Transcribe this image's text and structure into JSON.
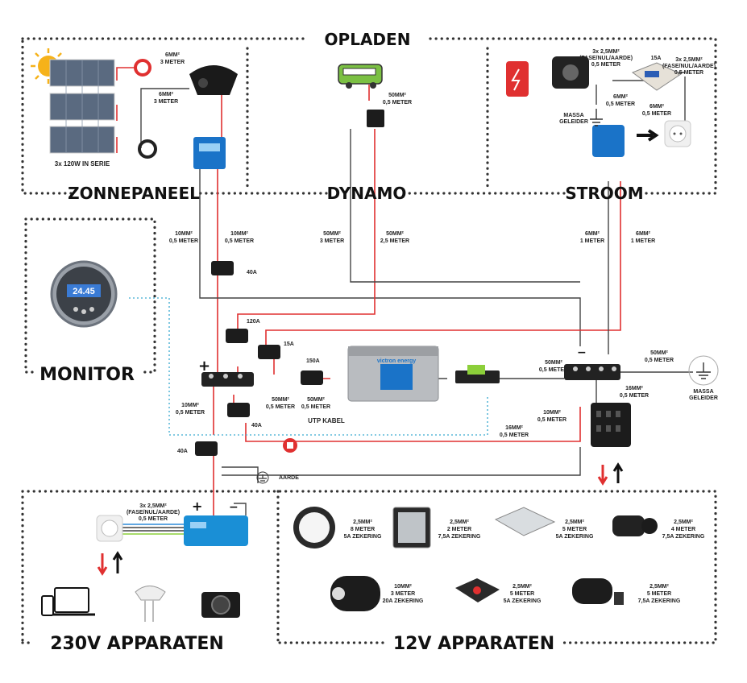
{
  "sections": {
    "opladen": "OPLADEN",
    "zonnepaneel": "ZONNEPANEEL",
    "dynamo": "DYNAMO",
    "stroom": "STROOM",
    "monitor": "MONITOR",
    "apparaten_230v": "230V APPARATEN",
    "apparaten_12v": "12V APPARATEN"
  },
  "solar": {
    "panels": "3x 120W IN SERIE",
    "cable_red": [
      "6MM²",
      "3 METER"
    ],
    "cable_black": [
      "6MM²",
      "3 METER"
    ]
  },
  "dynamo": {
    "cable": [
      "50MM²",
      "0,5 METER"
    ]
  },
  "stroom": {
    "cable_in": [
      "3x 2,5MM²",
      "(FASE/NUL/AARDE)",
      "0,5 METER"
    ],
    "fuse": "15A",
    "cable_out": [
      "3x 2,5MM²",
      "(FASE/NUL/AARDE)",
      "0,5 METER"
    ],
    "cable_a": [
      "6MM²",
      "0,5 METER"
    ],
    "cable_b": [
      "6MM²",
      "0,5 METER"
    ],
    "massa": [
      "MASSA",
      "GELEIDER"
    ]
  },
  "monitor": {
    "display": "24.45"
  },
  "cables": {
    "c1": [
      "10MM²",
      "0,5 METER"
    ],
    "c2": [
      "10MM²",
      "0,5 METER"
    ],
    "c3": [
      "50MM²",
      "3 METER"
    ],
    "c4": [
      "50MM²",
      "2,5 METER"
    ],
    "c5": [
      "6MM²",
      "1 METER"
    ],
    "c6": [
      "6MM²",
      "1 METER"
    ],
    "c7": [
      "50MM²",
      "0,5 METER"
    ],
    "c8": [
      "50MM²",
      "0,5 METER"
    ],
    "c9": [
      "16MM²",
      "0,5 METER"
    ],
    "c10": [
      "10MM²",
      "0,5 METER"
    ],
    "c11": [
      "50MM²",
      "0,5 METER"
    ],
    "c12": [
      "50MM²",
      "0,5 METER"
    ],
    "c13": [
      "16MM²",
      "0,5 METER"
    ],
    "c14": [
      "10MM²",
      "0,5 METER"
    ],
    "c15": [
      "3x 2,5MM²",
      "(FASE/NUL/AARDE)",
      "0,5 METER"
    ]
  },
  "fuses": {
    "f40a": "40A",
    "f120a": "120A",
    "f15a": "15A",
    "f150a": "150A",
    "f40b": "40A",
    "f40c": "40A"
  },
  "labels": {
    "plus": "+",
    "minus": "−",
    "plus2": "+",
    "minus2": "−",
    "utp": "UTP KABEL",
    "aarde": "AARDE",
    "massa": [
      "MASSA",
      "GELEIDER"
    ],
    "battery_brand": "victron energy"
  },
  "devices_12v": [
    {
      "name": "lamp",
      "spec": [
        "2,5MM²",
        "8 METER",
        "5A ZEKERING"
      ]
    },
    {
      "name": "fridge",
      "spec": [
        "2,5MM²",
        "2 METER",
        "7,5A ZEKERING"
      ]
    },
    {
      "name": "roof-hatch",
      "spec": [
        "2,5MM²",
        "5 METER",
        "5A ZEKERING"
      ]
    },
    {
      "name": "pump",
      "spec": [
        "2,5MM²",
        "4 METER",
        "7,5A ZEKERING"
      ]
    },
    {
      "name": "boiler",
      "spec": [
        "10MM²",
        "3 METER",
        "20A ZEKERING"
      ]
    },
    {
      "name": "speaker",
      "spec": [
        "2,5MM²",
        "5 METER",
        "5A ZEKERING"
      ]
    },
    {
      "name": "heater",
      "spec": [
        "2,5MM²",
        "5 METER",
        "7,5A ZEKERING"
      ]
    }
  ],
  "colors": {
    "red": "#e03030",
    "black": "#333333",
    "blue": "#1a73c8",
    "green": "#8ccf3a"
  }
}
